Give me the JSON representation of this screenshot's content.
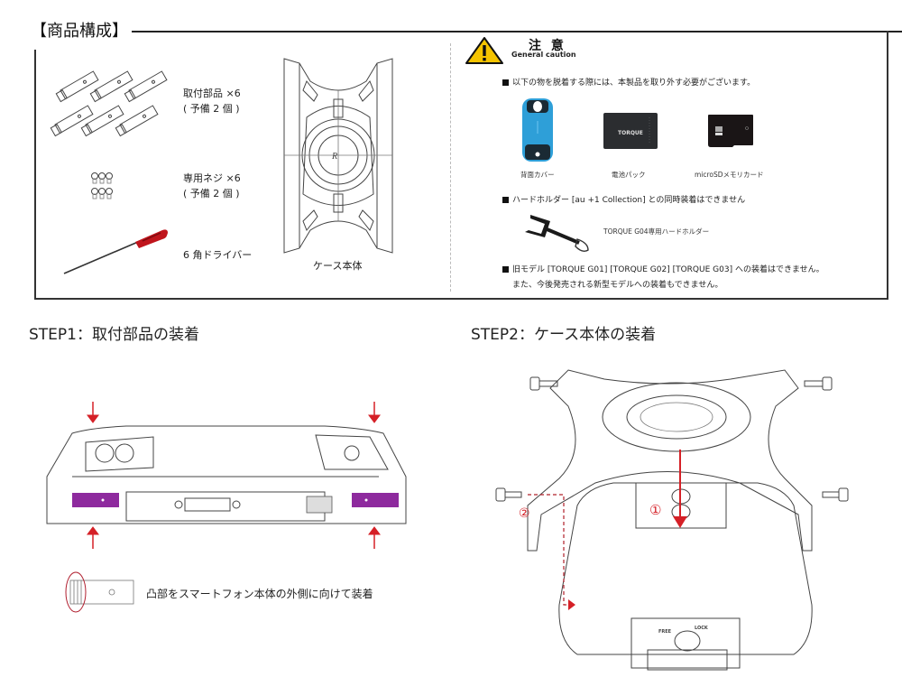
{
  "header": {
    "title": "【商品構成】"
  },
  "contents": {
    "items": [
      {
        "name": "取付部品 ×6",
        "note": "( 予備 2 個 )"
      },
      {
        "name": "専用ネジ ×6",
        "note": "( 予備 2 個 )"
      },
      {
        "name": "6 角ドライバー"
      }
    ],
    "case_label": "ケース本体"
  },
  "caution": {
    "title": "注 意",
    "subtitle": "General caution",
    "notes": [
      "以下の物を脱着する際には、本製品を取り外す必要がございます。",
      "ハードホルダー [au +1 Collection] との同時装着はできません",
      "旧モデル [TORQUE G01] [TORQUE G02] [TORQUE G03] への装着はできません。",
      "また、今後発売される新型モデルへの装着もできません。"
    ],
    "removable_items": [
      {
        "label": "背面カバー",
        "color": "#2e9fd8"
      },
      {
        "label": "電池パック",
        "brand": "TORQUE"
      },
      {
        "label": "microSDメモリカード"
      }
    ],
    "holder_label": "TORQUE G04専用ハードホルダー",
    "warning_color": "#f5c400"
  },
  "step1": {
    "title": "STEP1：取付部品の装着",
    "instruction": "凸部をスマートフォン本体の外側に向けて装着",
    "accent_color": "#8e2a9e"
  },
  "step2": {
    "title": "STEP2：ケース本体の装着",
    "markers": [
      "①",
      "②"
    ],
    "lock_labels": {
      "free": "FREE",
      "lock": "LOCK"
    },
    "arrow_color": "#d52027"
  }
}
